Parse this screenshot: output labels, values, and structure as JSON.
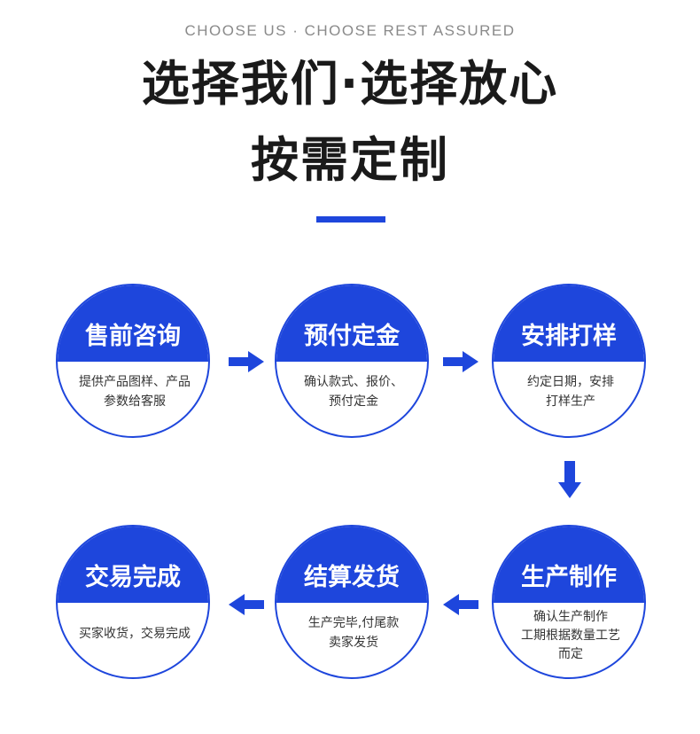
{
  "header": {
    "subtitle": "CHOOSE US · CHOOSE REST ASSURED",
    "title_line1": "选择我们·选择放心",
    "title_line2": "按需定制"
  },
  "colors": {
    "accent": "#1e46dc",
    "title": "#1a1a1a",
    "subtitle": "#8a8a8a",
    "body_text": "#333333"
  },
  "steps": [
    {
      "title": "售前咨询",
      "desc": [
        "提供产品图样、产品",
        "参数给客服"
      ]
    },
    {
      "title": "预付定金",
      "desc": [
        "确认款式、报价、",
        "预付定金"
      ]
    },
    {
      "title": "安排打样",
      "desc": [
        "约定日期，安排",
        "打样生产"
      ]
    },
    {
      "title": "生产制作",
      "desc": [
        "确认生产制作",
        "工期根据数量工艺",
        "而定"
      ]
    },
    {
      "title": "结算发货",
      "desc": [
        "生产完毕,付尾款",
        "卖家发货"
      ]
    },
    {
      "title": "交易完成",
      "desc": [
        "买家收货，交易完成"
      ]
    }
  ],
  "arrows": [
    "arrow-right-icon",
    "arrow-right-icon",
    "arrow-down-icon",
    "arrow-left-icon",
    "arrow-left-icon"
  ]
}
